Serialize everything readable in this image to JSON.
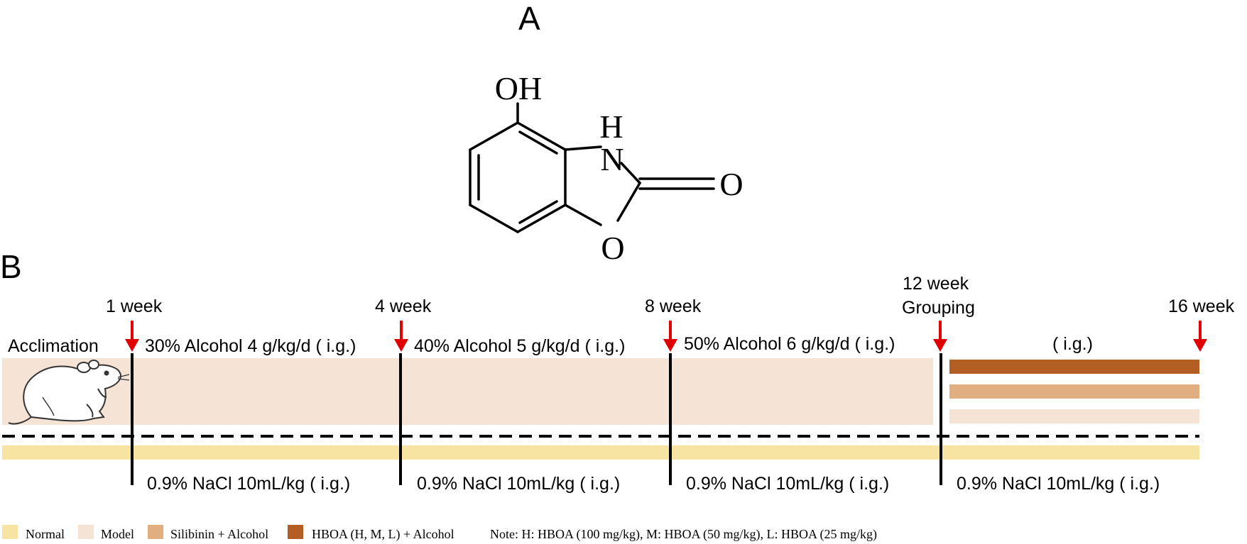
{
  "panel_a": {
    "label": "A",
    "molecule": {
      "oh": "OH",
      "h": "H",
      "n": "N",
      "o_carbonyl": "O",
      "o_ring": "O"
    }
  },
  "panel_b": {
    "label": "B",
    "timepoints": {
      "week1": "1 week",
      "week4": "4 week",
      "week8": "8 week",
      "week12": "12 week",
      "grouping": "Grouping",
      "week16": "16 week"
    },
    "phases": {
      "acclimation": "Acclimation",
      "alcohol30": "30% Alcohol 4 g/kg/d ( i.g.)",
      "alcohol40": "40% Alcohol 5 g/kg/d ( i.g.)",
      "alcohol50": "50% Alcohol 6 g/kg/d ( i.g.)",
      "treatment_route": "( i.g.)"
    },
    "saline": "0.9% NaCl 10mL/kg ( i.g.)",
    "legend": {
      "normal": "Normal",
      "model": "Model",
      "silibinin": "Silibinin  + Alcohol",
      "hboa": "HBOA (H, M, L) + Alcohol",
      "note": "Note: H: HBOA (100 mg/kg), M: HBOA (50 mg/kg), L: HBOA (25 mg/kg)"
    },
    "colors": {
      "normal": "#f7e4a2",
      "model": "#f5e3d6",
      "silibinin": "#e1ae80",
      "hboa": "#b35f24",
      "arrow": "#e00000"
    }
  }
}
